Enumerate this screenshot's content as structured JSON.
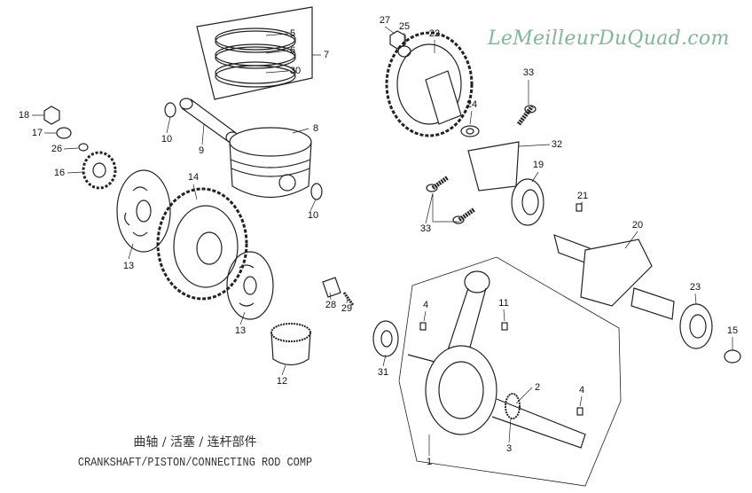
{
  "watermark": "LeMeilleurDuQuad.com",
  "caption": {
    "chinese": "曲轴 / 活塞 / 连杆部件",
    "english": "CRANKSHAFT/PISTON/CONNECTING ROD COMP"
  },
  "callouts": [
    "5",
    "6",
    "30",
    "7",
    "8",
    "9",
    "10",
    "10",
    "18",
    "17",
    "26",
    "16",
    "14",
    "13",
    "13",
    "28",
    "29",
    "12",
    "27",
    "25",
    "22",
    "24",
    "33",
    "32",
    "19",
    "21",
    "20",
    "33",
    "23",
    "15",
    "4",
    "11",
    "31",
    "2",
    "4",
    "3",
    "1"
  ]
}
